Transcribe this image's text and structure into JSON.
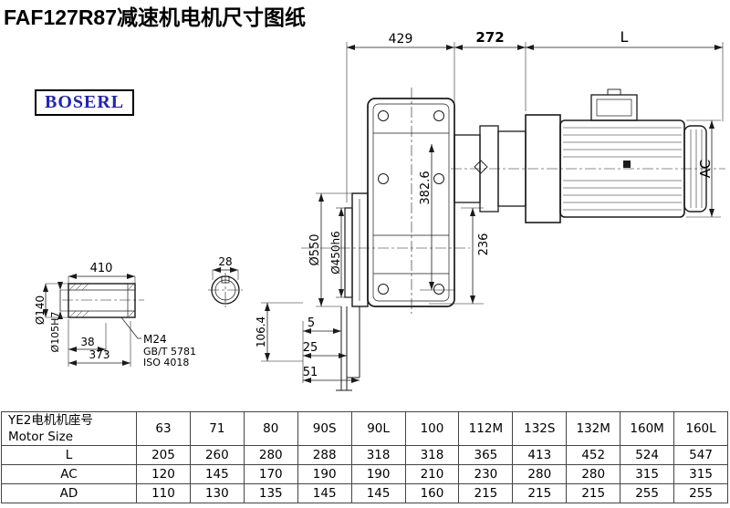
{
  "title": "FAF127R87减速机电机尺寸图纸",
  "logo": "BOSERL",
  "drawing": {
    "dim_429": "429",
    "dim_272": "272",
    "dim_L": "L",
    "dim_AC": "AC",
    "dim_550": "Ø550",
    "dim_450": "Ø450h6",
    "dim_382_6": "382.6",
    "dim_236": "236",
    "dim_5": "5",
    "dim_25": "25",
    "dim_51": "51",
    "dim_106_4": "106.4",
    "dim_410": "410",
    "dim_28": "28",
    "dim_140": "Ø140",
    "dim_105": "Ø105H7",
    "dim_38": "38",
    "dim_373": "373",
    "note_m24": "M24",
    "note_gbt": "GB/T 5781",
    "note_iso": "ISO 4018"
  },
  "table": {
    "header_line1": "YE2电机机座号",
    "header_line2": "Motor Size",
    "sizes": [
      "63",
      "71",
      "80",
      "90S",
      "90L",
      "100",
      "112M",
      "132S",
      "132M",
      "160M",
      "160L"
    ],
    "rows": [
      {
        "label": "L",
        "values": [
          "205",
          "260",
          "280",
          "288",
          "318",
          "318",
          "365",
          "413",
          "452",
          "524",
          "547"
        ]
      },
      {
        "label": "AC",
        "values": [
          "120",
          "145",
          "170",
          "190",
          "190",
          "210",
          "230",
          "280",
          "280",
          "315",
          "315"
        ]
      },
      {
        "label": "AD",
        "values": [
          "110",
          "130",
          "135",
          "145",
          "145",
          "160",
          "215",
          "215",
          "215",
          "255",
          "255"
        ]
      }
    ]
  }
}
